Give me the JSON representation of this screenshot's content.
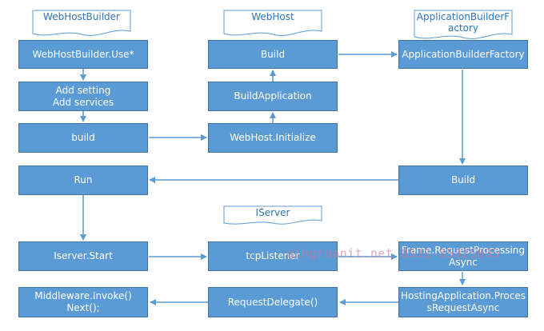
{
  "colors": {
    "box_fill": "#5b9bd5",
    "box_border": "#41719c",
    "box_text": "#ffffff",
    "doc_text": "#2e75b6",
    "arrow": "#5b9bd5"
  },
  "documents": {
    "webhostbuilder": "WebHostBuilder",
    "webhost": "WebHost",
    "appbuilderfactory": "ApplicationBuilderF\nactory",
    "iserver": "IServer"
  },
  "boxes": {
    "use": "WebHostBuilder.Use*",
    "add_settings": "Add setting\nAdd services",
    "build_lower": "build",
    "run": "Run",
    "iserver_start": "Iserver.Start",
    "middleware": "Middleware.Invoke()\nNext();",
    "webhost_build": "Build",
    "build_application": "BuildApplication",
    "webhost_initialize": "WebHost.Initialize",
    "tcp_listener": "tcpListener",
    "request_delegate": "RequestDelegate()",
    "app_builder_factory": "ApplicationBuilderFactory",
    "factory_build": "Build",
    "frame_request": "Frame.RequestProcessing\nAsync",
    "hosting_process": "HostingApplication.Proces\nsRequestAsync"
  },
  "watermark": "qingruanit.net 0532-85025005"
}
